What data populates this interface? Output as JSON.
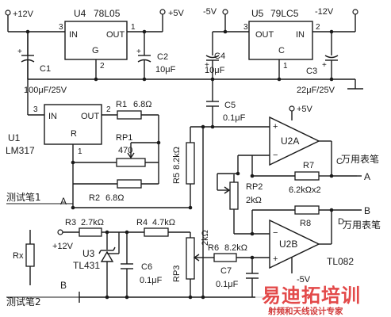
{
  "supplies": {
    "plus12_top": "+12V",
    "plus5_top": "+5V",
    "minus5_top": "-5V",
    "minus12_top": "-12V",
    "plus5_amp": "+5V",
    "plus12_bottom": "+12V",
    "minus5_bottom": "-5V"
  },
  "regulators": {
    "u4": {
      "ref": "U4",
      "part": "78L05",
      "in": "IN",
      "out": "OUT",
      "gnd": "G",
      "pin_in": "3",
      "pin_out": "1",
      "pin_gnd": "2"
    },
    "u5": {
      "ref": "U5",
      "part": "79LC5",
      "in": "OUT",
      "out": "IN",
      "gnd": "C",
      "pin_left": "3",
      "pin_right": "2",
      "pin_gnd": "1"
    },
    "u1": {
      "ref": "U1",
      "part": "LM317",
      "in": "IN",
      "out": "OUT",
      "adj": "R",
      "pin_in": "3",
      "pin_out": "2",
      "pin_adj": "1"
    }
  },
  "capacitors": {
    "c1": "C1",
    "c1_val": "100μF/25V",
    "c2": "C2",
    "c2_val": "10μF",
    "c3": "C3",
    "c3_val": "22μF/25V",
    "c4": "C4",
    "c4_val": "10μF",
    "c5": "C5",
    "c5_val": "0.1μF",
    "c6": "C6",
    "c6_val": "0.1μF",
    "c7": "C7",
    "c7_val": "0.1μF"
  },
  "resistors": {
    "r1": "R1",
    "r1_val": "6.8Ω",
    "rp1": "RP1",
    "rp1_val": "470",
    "r2": "R2",
    "r2_val": "6.8Ω",
    "r5": "R5",
    "r5_val": "8.2kΩ",
    "r3": "R3",
    "r3_val": "2.7kΩ",
    "r4": "R4",
    "r4_val": "4.7kΩ",
    "rp3": "RP3",
    "rp3_val": "2kΩ",
    "r6": "R6",
    "r6_val": "8.2kΩ",
    "rp2": "RP2",
    "rp2_val": "2kΩ",
    "r7": "R7",
    "r7_val": "6.2kΩx2",
    "r8": "R8",
    "rx": "Rx"
  },
  "semis": {
    "u2a": "U2A",
    "u2b": "U2B",
    "u3": "U3",
    "u3_part": "TL431",
    "opamp_part": "TL082"
  },
  "terminals": {
    "a_label": "A",
    "b_label": "B",
    "a_out": "A",
    "b_out": "B",
    "c_mark": "C",
    "d_mark": "D",
    "probe1": "测试笔1",
    "probe2": "测试笔2",
    "meter_a": "万用表笔",
    "meter_b": "万用表笔"
  },
  "watermark": {
    "title": "易迪拓培训",
    "subtitle": "射频和天线设计专家"
  }
}
